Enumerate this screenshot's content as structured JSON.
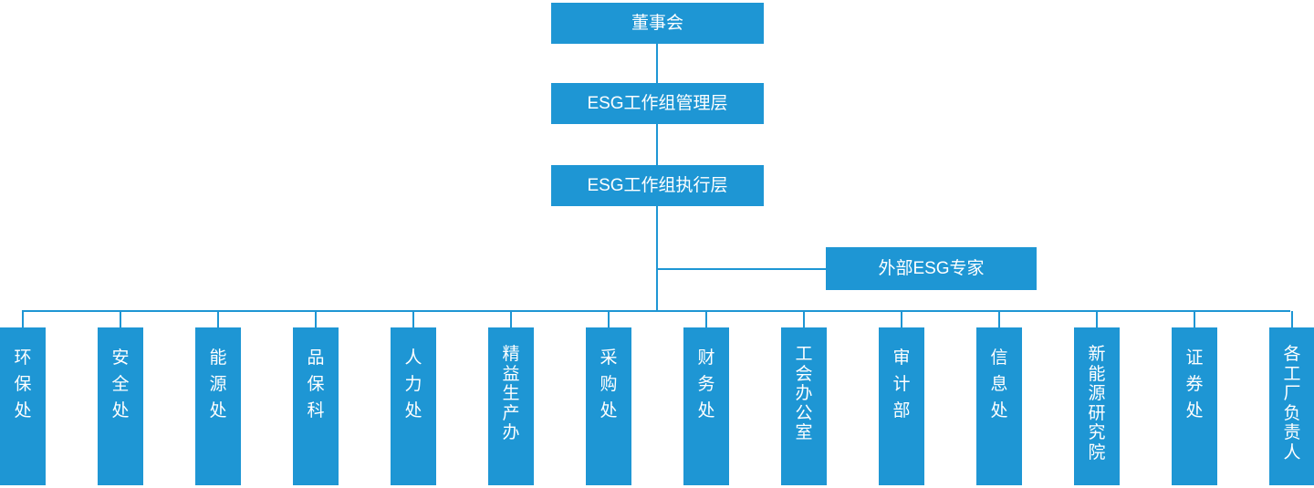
{
  "chart": {
    "type": "org-chart",
    "colors": {
      "accent": "#1E96D4",
      "node_text": "#FFFFFF",
      "background": "#FFFFFF"
    },
    "nodes": {
      "board": "董事会",
      "management": "ESG工作组管理层",
      "execution": "ESG工作组执行层",
      "external_experts": "外部ESG专家"
    },
    "departments": [
      "环保处",
      "安全处",
      "能源处",
      "品保科",
      "人力处",
      "精益生产办",
      "采购处",
      "财务处",
      "工会办公室",
      "审计部",
      "信息处",
      "新能源研究院",
      "证券处",
      "各工厂负责人"
    ]
  }
}
